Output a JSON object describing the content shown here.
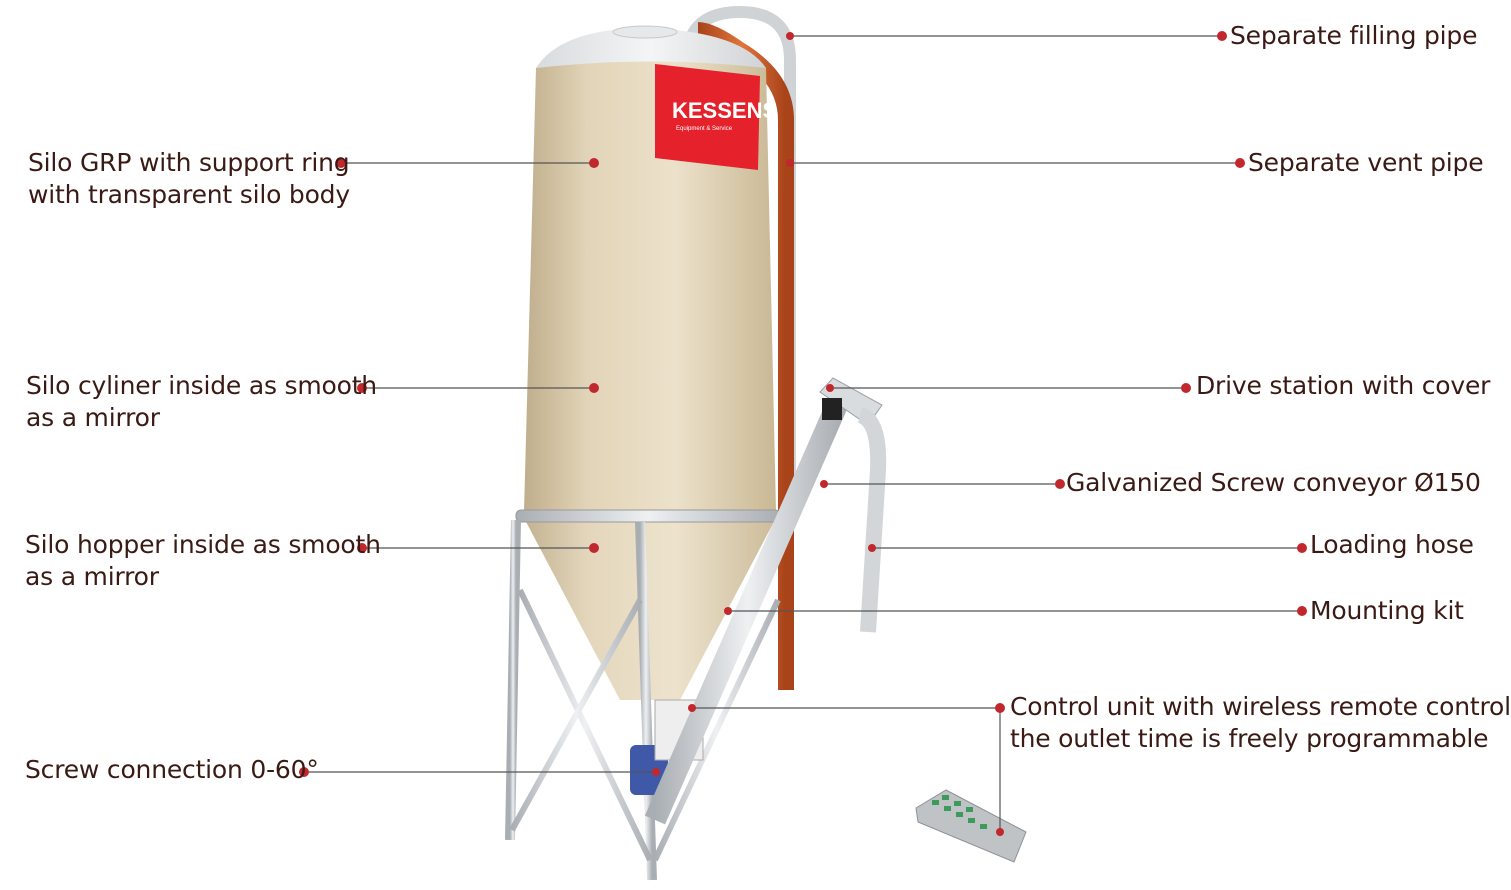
{
  "brand": {
    "logo_text": "KESSENS",
    "logo_subtext": "Equipment & Service",
    "logo_color": "#e5222b"
  },
  "colors": {
    "label_text": "#3a1a14",
    "leader_dot": "#c0282d",
    "leader_line": "#555555",
    "silo_body": "#e3d6bc",
    "vent_pipe": "#c85a26",
    "steel": "#c8ccd0"
  },
  "labels": {
    "filling_pipe": [
      "Separate filling pipe"
    ],
    "silo_grp": [
      "Silo GRP with support ring",
      "with transparent silo body"
    ],
    "vent_pipe": [
      "Separate vent pipe"
    ],
    "cylinder": [
      "Silo cyliner inside as smooth",
      "as a mirror"
    ],
    "drive_station": [
      "Drive station with cover"
    ],
    "screw_conveyor": [
      "Galvanized Screw conveyor Ø150"
    ],
    "hopper": [
      "Silo hopper inside as smooth",
      "as a mirror"
    ],
    "loading_hose": [
      "Loading hose"
    ],
    "mounting_kit": [
      "Mounting kit"
    ],
    "control_unit": [
      "Control unit with wireless remote control",
      "the outlet time is freely programmable"
    ],
    "screw_connection": [
      "Screw connection 0-60°"
    ]
  }
}
